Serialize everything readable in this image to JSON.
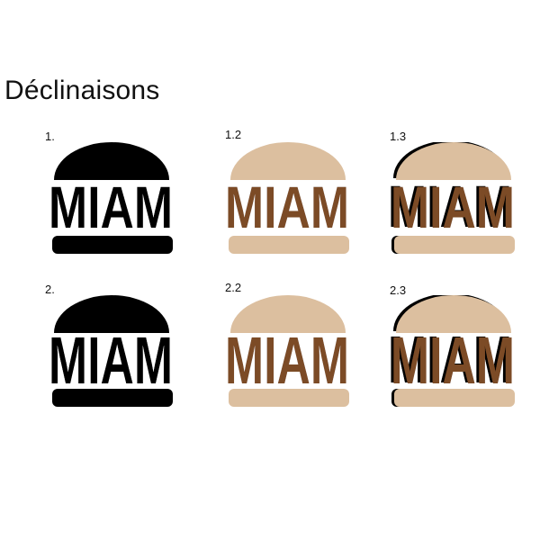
{
  "title": "Déclinaisons",
  "colors": {
    "black": "#000000",
    "beige": "#dcbf9f",
    "brown": "#7b4b26",
    "white": "#ffffff"
  },
  "variants": [
    {
      "label": "1.",
      "wordmark": "MIAM",
      "style": "black"
    },
    {
      "label": "1.2",
      "wordmark": "MIAM",
      "style": "color"
    },
    {
      "label": "1.3",
      "wordmark": "MIAM",
      "style": "color-shadow"
    },
    {
      "label": "2.",
      "wordmark": "MIAM",
      "style": "black"
    },
    {
      "label": "2.2",
      "wordmark": "MIAM",
      "style": "color"
    },
    {
      "label": "2.3",
      "wordmark": "MIAM",
      "style": "color-shadow"
    }
  ]
}
